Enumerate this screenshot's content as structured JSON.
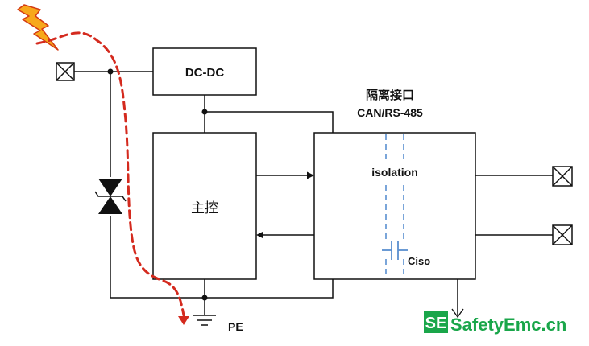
{
  "diagram": {
    "dcdc_label": "DC-DC",
    "main_label": "主控",
    "iso_title_cn": "隔离接口",
    "iso_title_en": "CAN/RS-485",
    "isolation_label": "isolation",
    "ciso_label": "Ciso",
    "pe_label": "PE"
  },
  "watermark": {
    "badge_text": "SE",
    "site_text": "SafetyEmc.cn",
    "color": "#1aa64a"
  },
  "colors": {
    "line": "#111111",
    "surge_path": "#d42a1e",
    "isolation_barrier": "#5a8fd0",
    "lightning_fill": "#f7a81b",
    "lightning_stroke": "#d43a12"
  }
}
